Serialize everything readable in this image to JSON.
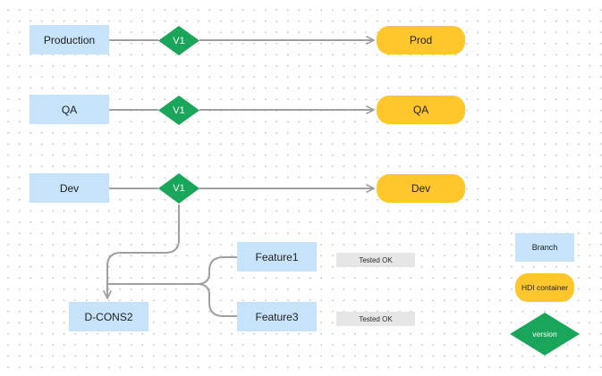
{
  "rows": [
    {
      "branch": "Production",
      "version": "V1",
      "container": "Prod"
    },
    {
      "branch": "QA",
      "version": "V1",
      "container": "QA"
    },
    {
      "branch": "Dev",
      "version": "V1",
      "container": "Dev"
    }
  ],
  "merge_branch": "D-CONS2",
  "features": [
    {
      "name": "Feature1",
      "status": "Tested OK"
    },
    {
      "name": "Feature3",
      "status": "Tested OK"
    }
  ],
  "legend": {
    "branch": "Branch",
    "container": "HDI container",
    "version": "version"
  },
  "colors": {
    "branch_fill": "#c6e3fa",
    "container_fill": "#ffc72c",
    "version_fill": "#1aa65a",
    "connector": "#a0a0a0",
    "tag_fill": "#e6e6e6"
  }
}
